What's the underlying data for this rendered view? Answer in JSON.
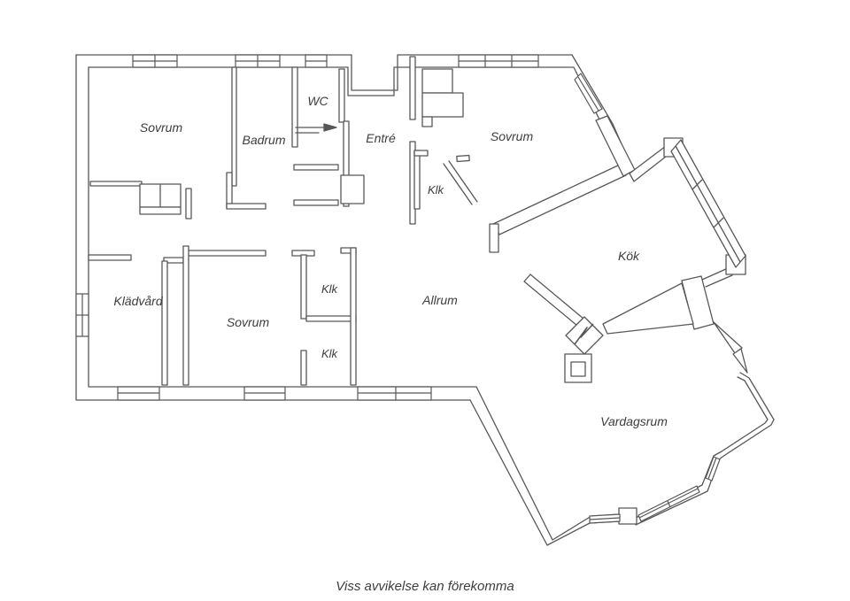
{
  "colors": {
    "line": "#575757",
    "text": "#3d3d3d",
    "background": "#ffffff"
  },
  "rooms": {
    "sovrum_top_left": "Sovrum",
    "badrum": "Badrum",
    "wc": "WC",
    "entre": "Entré",
    "sovrum_top_right": "Sovrum",
    "klk_top_right": "Klk",
    "kok": "Kök",
    "kladvard": "Klädvård",
    "sovrum_bottom_left": "Sovrum",
    "klk_upper": "Klk",
    "klk_lower": "Klk",
    "allrum": "Allrum",
    "vardagsrum": "Vardagsrum"
  },
  "icons": {
    "fireplace": "lightning-zigzag",
    "wc_door": "sliding-door-arrow",
    "kok_door": "double-door-swing",
    "klk_door": "diagonal-sliding-door"
  },
  "footer": {
    "disclaimer": "Viss avvikelse kan förekomma"
  }
}
